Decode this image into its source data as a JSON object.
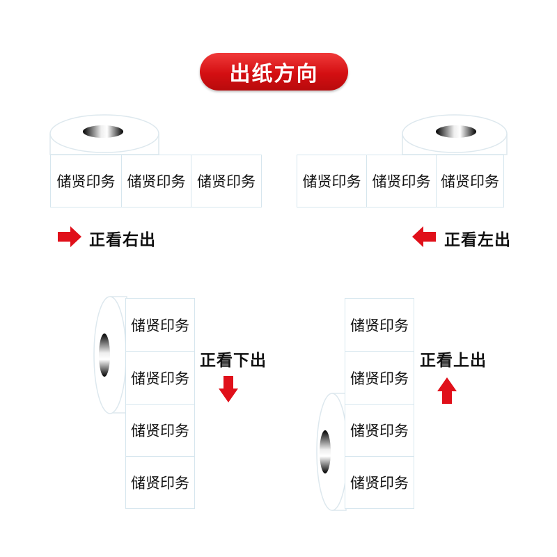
{
  "title": "出纸方向",
  "label_text": "储贤印务",
  "directions": {
    "right": "正看右出",
    "left": "正看左出",
    "down": "正看下出",
    "up": "正看上出"
  },
  "colors": {
    "accent": "#d40f12",
    "label_border": "#d6e6ee"
  }
}
